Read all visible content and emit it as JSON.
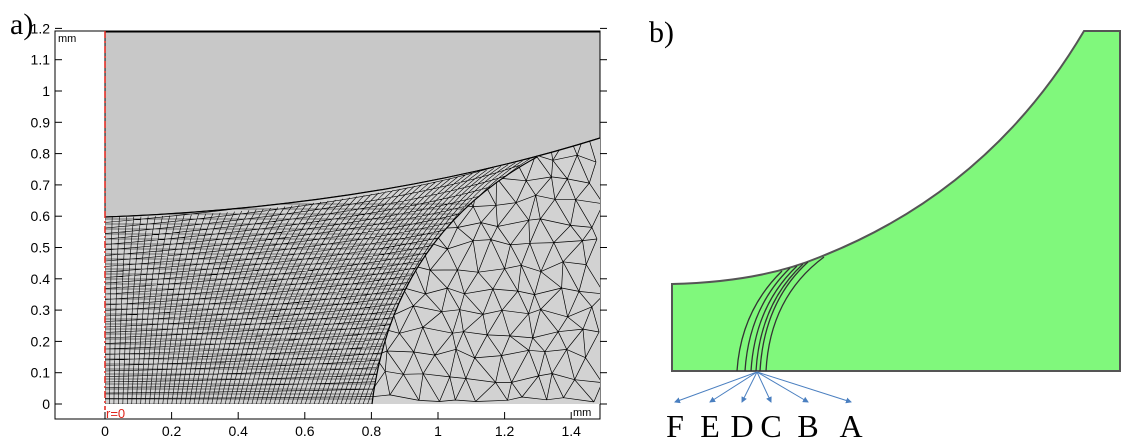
{
  "panel_a": {
    "label": "a)",
    "unit_x": "mm",
    "unit_y": "mm",
    "axis_marker": "r=0",
    "x_ticks": [
      "0",
      "0.2",
      "0.4",
      "0.6",
      "0.8",
      "1",
      "1.2",
      "1.4"
    ],
    "y_ticks": [
      "0",
      "0.1",
      "0.2",
      "0.3",
      "0.4",
      "0.5",
      "0.6",
      "0.7",
      "0.8",
      "0.9",
      "1",
      "1.1",
      "1.2"
    ],
    "colors": {
      "domain_fill": "#c8c8c8",
      "mesh_fill": "#d2d2d2",
      "mesh_line": "#000000",
      "axis_marker": "#e0241b"
    }
  },
  "panel_b": {
    "label": "b)",
    "points": [
      "F",
      "E",
      "D",
      "C",
      "B",
      "A"
    ],
    "colors": {
      "fill": "#80f87c",
      "outline": "#555555",
      "arrow": "#4a7fc0"
    }
  }
}
